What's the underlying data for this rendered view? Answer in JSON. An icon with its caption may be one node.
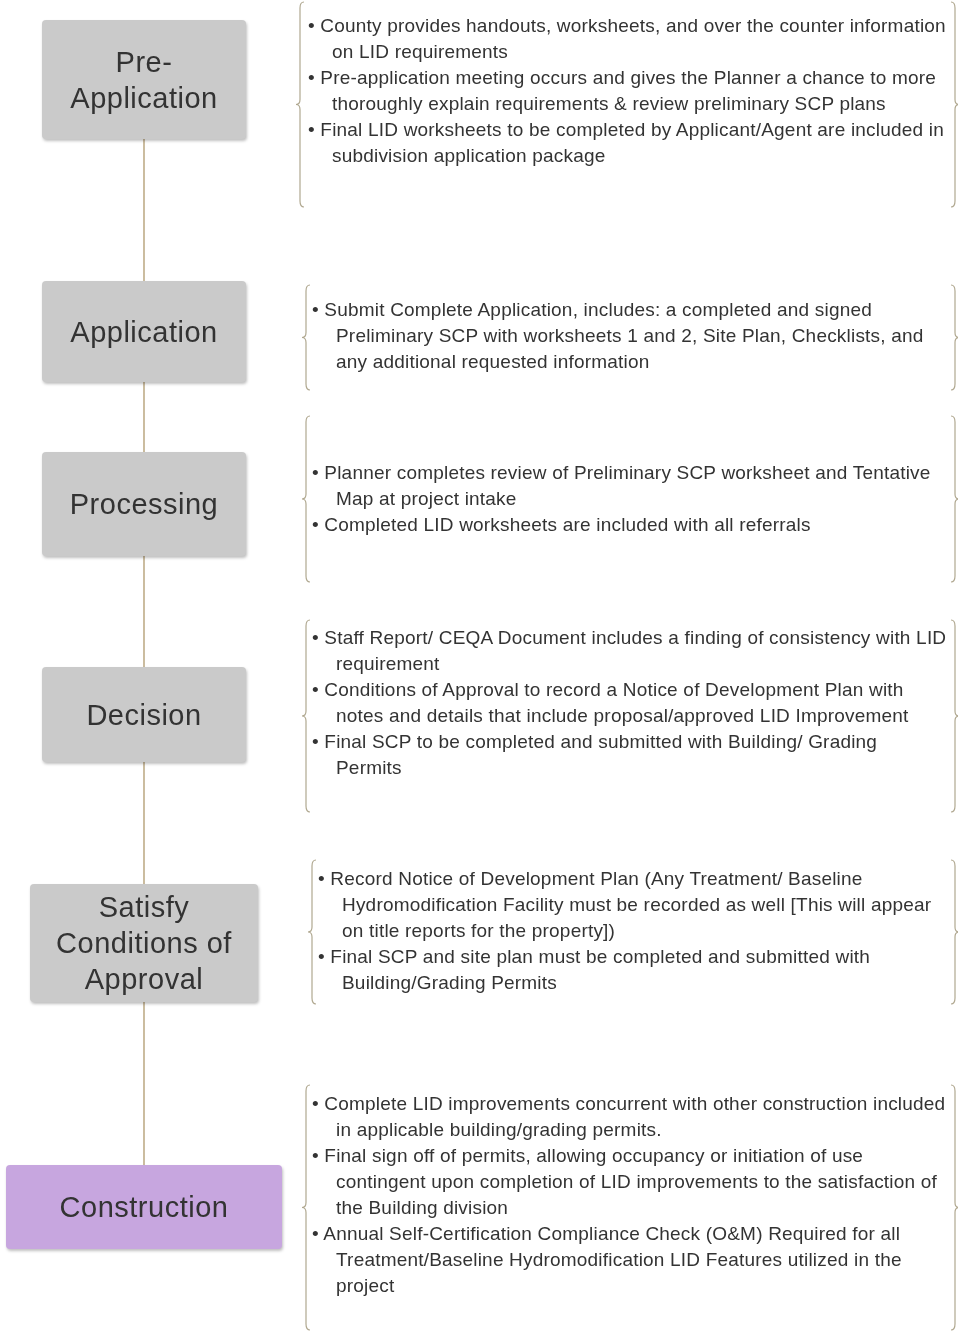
{
  "diagram": {
    "nodes": [
      {
        "text": [
          "Pre-Application"
        ]
      },
      {
        "text": [
          "Application"
        ]
      },
      {
        "text": [
          "Processing"
        ]
      },
      {
        "text": [
          "Decision"
        ]
      },
      {
        "text": [
          "Satisfy Conditions of Approval"
        ]
      },
      {
        "text": [
          "Construction"
        ]
      }
    ],
    "edges": [
      {
        "from": 0,
        "to": 1,
        "arrow": "none"
      },
      {
        "from": 1,
        "to": 2,
        "arrow": "none"
      },
      {
        "from": 2,
        "to": 3,
        "arrow": "none"
      },
      {
        "from": 3,
        "to": 4,
        "arrow": "none"
      },
      {
        "from": 4,
        "to": 5,
        "arrow": "none"
      }
    ],
    "labels": [
      "• County provides handouts, worksheets, and over the counter information on LID requirements",
      "• Pre-application meeting occurs and gives the Planner a chance to more thoroughly explain requirements & review preliminary SCP plans",
      "• Final LID worksheets to be completed by Applicant/Agent are included in subdivision application package",
      "• Submit Complete  Application, includes: a completed and signed Preliminary SCP with worksheets 1 and 2, Site Plan, Checklists, and any additional requested information",
      "• Planner completes review of Preliminary SCP worksheet and Tentative Map at project intake",
      "• Completed LID worksheets are included with all referrals",
      "• Staff Report/ CEQA Document includes a finding of consistency with LID requirement",
      "• Conditions of Approval to record a Notice of Development Plan with notes and details that include proposal/approved LID Improvement",
      "• Final SCP  to be completed and submitted with Building/ Grading Permits",
      "• Record Notice of Development Plan (Any Treatment/ Baseline Hydromodification Facility  must be recorded as well [This will appear on title reports for the property])",
      "• Final SCP and site plan must be completed and submitted with Building/Grading Permits",
      "• Complete LID improvements concurrent with other construction included in applicable building/grading permits.",
      "• Final sign off of permits, allowing occupancy or initiation of use contingent upon completion of LID improvements to the satisfaction of the Building division",
      "• Annual Self-Certification Compliance Check (O&M) Required for all Treatment/Baseline Hydromodification LID Features utilized in the project"
    ]
  }
}
